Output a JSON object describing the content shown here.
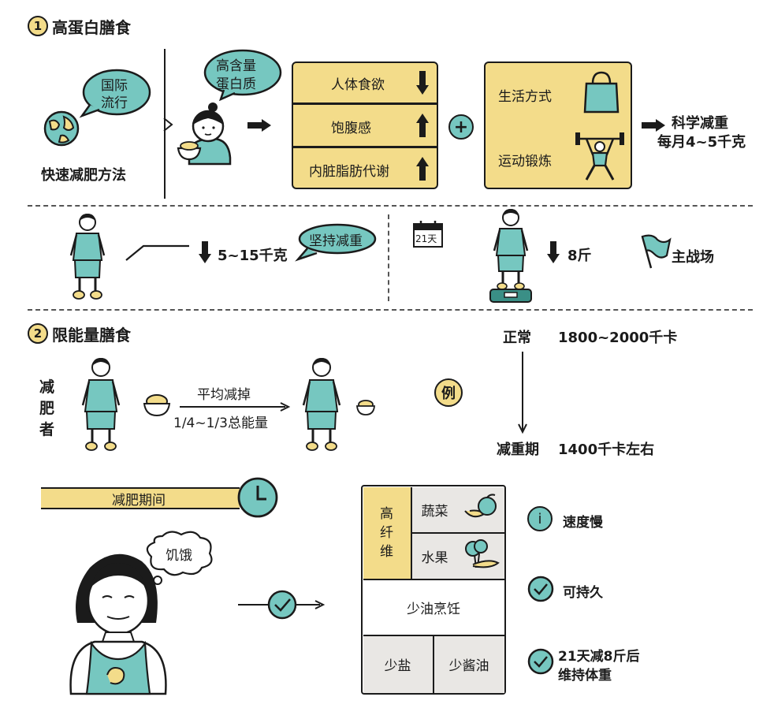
{
  "colors": {
    "yellow": "#f3dc8a",
    "teal": "#76c7c0",
    "gray": "#e9e7e4",
    "ink": "#1b1b1b"
  },
  "section1": {
    "num": "1",
    "title": "高蛋白膳食",
    "bubble_popular_l1": "国际",
    "bubble_popular_l2": "流行",
    "method_label": "快速减肥方法",
    "bubble_protein_l1": "高含量",
    "bubble_protein_l2": "蛋白质",
    "effects": [
      {
        "label": "人体食欲",
        "direction": "down"
      },
      {
        "label": "饱腹感",
        "direction": "up"
      },
      {
        "label": "内脏脂肪代谢",
        "direction": "up"
      }
    ],
    "lifestyle_label": "生活方式",
    "exercise_label": "运动锻炼",
    "result_l1": "科学减重",
    "result_l2": "每月4~5千克",
    "loss_label": "5~15千克",
    "keep_bubble": "坚持减重",
    "calendar_label": "21天",
    "loss2_label": "8斤",
    "main_label": "主战场"
  },
  "section2": {
    "num": "2",
    "title": "限能量膳食",
    "dieter_c1": "减",
    "dieter_c2": "肥",
    "dieter_c3": "者",
    "arrow_top": "平均减掉",
    "arrow_bottom": "1/4~1/3总能量",
    "example": "例",
    "normal_label": "正常",
    "normal_value": "1800~2000千卡",
    "period_label": "减重期",
    "period_value": "1400千卡左右"
  },
  "section3": {
    "period_bar": "减肥期间",
    "hungry": "饥饿",
    "fiber_c1": "高",
    "fiber_c2": "纤",
    "fiber_c3": "维",
    "veg": "蔬菜",
    "fruit": "水果",
    "oil": "少油烹饪",
    "salt": "少盐",
    "soy": "少酱油",
    "info": "i",
    "slow": "速度慢",
    "lasting": "可持久",
    "keep_l1": "21天减8斤后",
    "keep_l2": "维持体重"
  }
}
